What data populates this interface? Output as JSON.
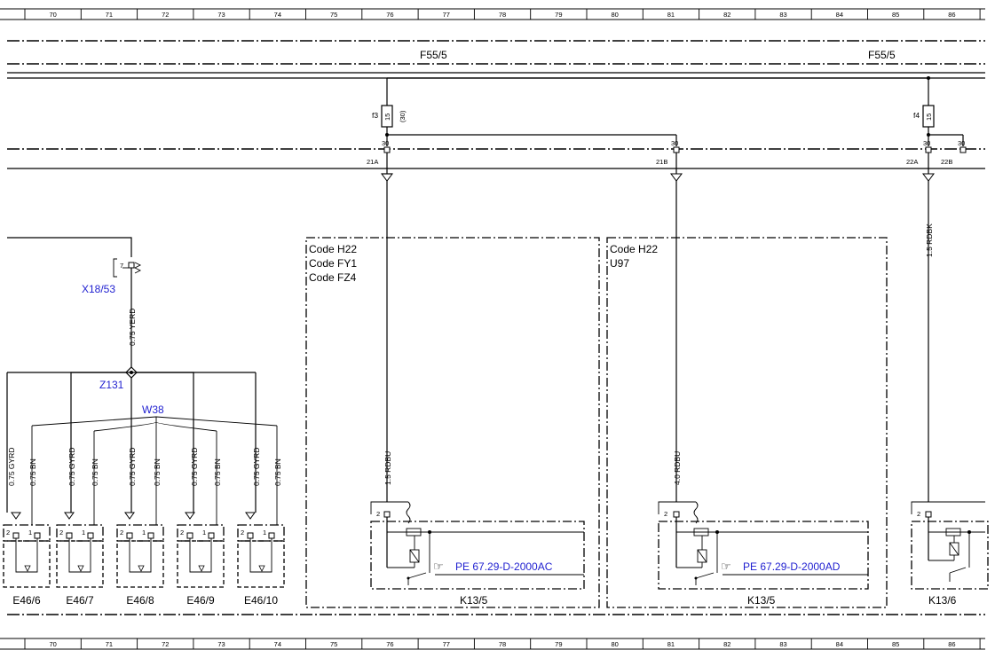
{
  "grid": [
    "70",
    "71",
    "72",
    "73",
    "74",
    "75",
    "76",
    "77",
    "78",
    "79",
    "80",
    "81",
    "82",
    "83",
    "84",
    "85",
    "86"
  ],
  "bus_labels": {
    "left": "F55/5",
    "right": "F55/5"
  },
  "fuses": {
    "f3": {
      "name": "f3",
      "rating": "15",
      "note": "(30)",
      "term_top": "30"
    },
    "mid": {
      "term": "30"
    },
    "f4": {
      "name": "f4",
      "rating": "15",
      "term_a": "30",
      "term_b": "30"
    }
  },
  "connectors": {
    "c21a": "21A",
    "c21b": "21B",
    "c22a": "22A",
    "c22b": "22B"
  },
  "boxes": {
    "box1": {
      "lines": [
        "Code H22",
        "Code FY1",
        "Code FZ4"
      ]
    },
    "box2": {
      "lines": [
        "Code H22",
        "U97"
      ]
    }
  },
  "wires": {
    "yerd": "0.75 YERD",
    "rdbk": "1.5 RDBK",
    "rdbu1": "1.5 RDBU",
    "rdbu2": "4.0 RDBU",
    "gyrd_cut": "0.75 GYRD",
    "gyrd": "0.75 GYRD",
    "bn": "0.75 BN"
  },
  "components": {
    "x18": "X18/53",
    "x18_pin": "7",
    "z131": "Z131",
    "w38": "W38",
    "e46": [
      "E46/6",
      "E46/7",
      "E46/8",
      "E46/9",
      "E46/10"
    ],
    "pin1": "1",
    "pin2": "2",
    "k13_5a": "K13/5",
    "k13_5b": "K13/5",
    "k13_6": "K13/6"
  },
  "links": {
    "a": "PE 67.29-D-2000AC",
    "b": "PE 67.29-D-2000AD"
  }
}
